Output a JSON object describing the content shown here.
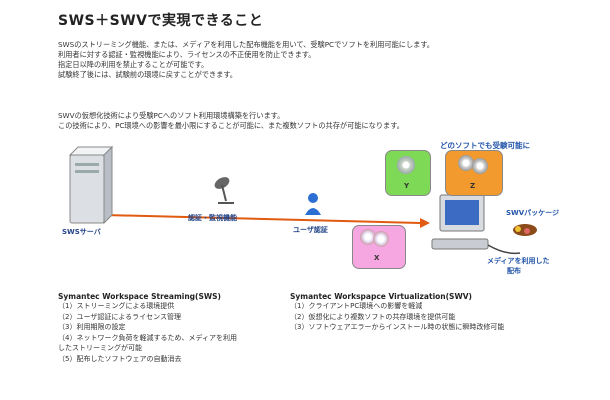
{
  "title": "SWS＋SWVで実現できること",
  "intro_sws": [
    "SWSのストリーミング機能、または、メディアを利用した配布機能を用いて、受験PCでソフトを利用可能にします。",
    "利用者に対する認証・監視機能により、ライセンスの不正使用を防止できます。",
    "指定日以降の利用を禁止することが可能です。",
    "試験終了後には、試験前の環境に戻すことができます。"
  ],
  "intro_swv": [
    "SWVの仮想化技術により受験PCへのソフト利用環境構築を行います。",
    "この技術により、PC環境への影響を最小限にすることが可能に、また複数ソフトの共存が可能になります。"
  ],
  "diagram": {
    "server_label": "SWSサーバ",
    "monitor_label": "認証・監視機能",
    "user_label": "ユーザ認証",
    "any_software_label": "どのソフトでも受験可能に",
    "bubble_y": "Y",
    "bubble_z": "Z",
    "bubble_x": "X",
    "package_label": "SWVパッケージ",
    "media_label_1": "メディアを利用した",
    "media_label_2": "配布"
  },
  "sws_section": {
    "title": "Symantec Workspace Streaming(SWS)",
    "items": [
      "（1）ストリーミングによる環境提供",
      "（2）ユーザ認証によるライセンス管理",
      "（3）利用期限の設定",
      "（4）ネットワーク負荷を軽減するため、メディアを利用",
      "したストリーミングが可能",
      "（5）配布したソフトウェアの自動消去"
    ]
  },
  "swv_section": {
    "title": "Symantec Workspapce Virtualization(SWV)",
    "items": [
      "（1）クライアントPC環境への影響を軽減",
      "（2）仮想化により複数ソフトの共存環境を提供可能",
      "（3）ソフトウェアエラーからインストール時の状態に瞬時改修可能"
    ]
  },
  "colors": {
    "arrow": "#e05a10",
    "bubble_y": "#7ed957",
    "bubble_z": "#f39a2e",
    "bubble_x": "#f6a6e0",
    "accent_text": "#2255aa"
  }
}
